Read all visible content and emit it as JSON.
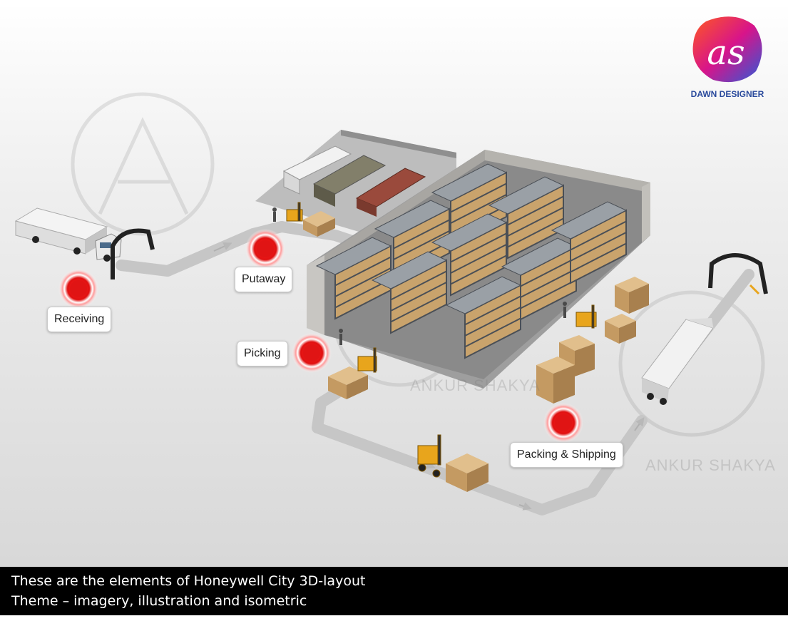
{
  "brand": {
    "name": "DAWN DESIGNER",
    "logo_letters": "as"
  },
  "watermark": {
    "text": "ANKUR SHAKYA"
  },
  "stages": [
    {
      "id": "receiving",
      "label": "Receiving"
    },
    {
      "id": "putaway",
      "label": "Putaway"
    },
    {
      "id": "picking",
      "label": "Picking"
    },
    {
      "id": "packing-shipping",
      "label": "Packing & Shipping"
    }
  ],
  "caption": {
    "line1": "These are the elements of Honeywell City 3D-layout",
    "line2": "Theme – imagery, illustration and isometric"
  },
  "colors": {
    "marker": "#e01818",
    "path": "#c8c8c8",
    "box": "#c9a36c",
    "rack": "#5a5f66"
  }
}
